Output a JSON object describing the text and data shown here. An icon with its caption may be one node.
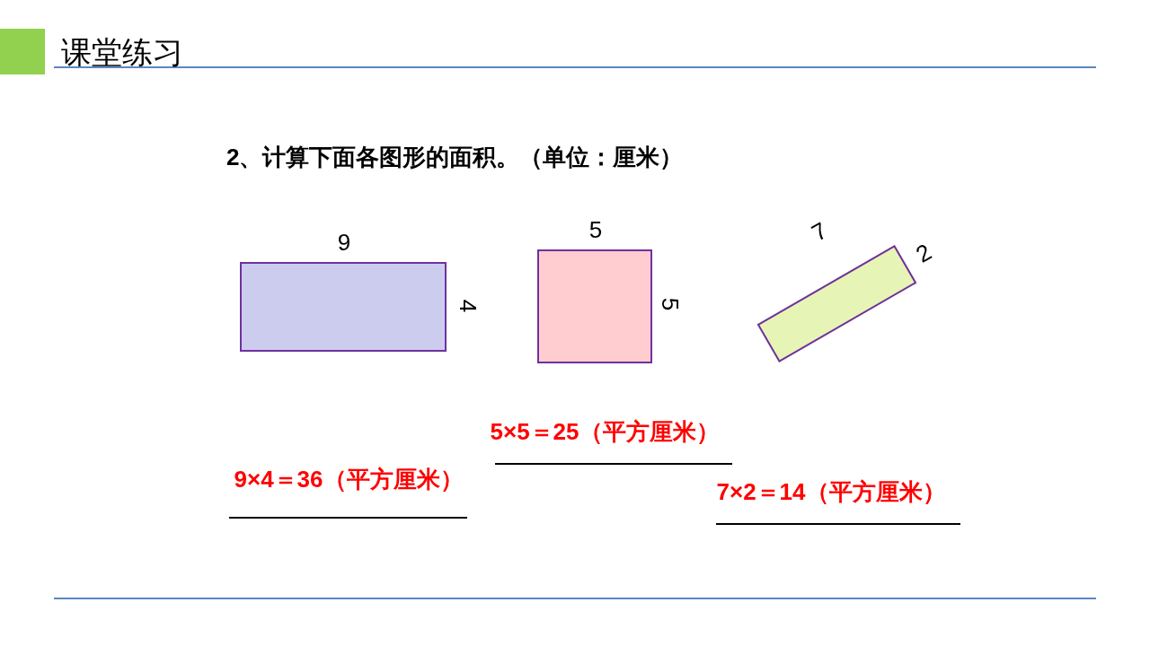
{
  "diagram": {
    "title": "课堂练习",
    "nodes": [
      {
        "text": [],
        "shape": "box",
        "beside": [
          "9",
          "4"
        ]
      },
      {
        "text": [],
        "shape": "box",
        "beside": [
          "5",
          "5"
        ]
      },
      {
        "text": [],
        "shape": "box",
        "beside": [
          "7",
          "2"
        ]
      }
    ],
    "labels": [
      "2、计算下面各图形的面积。（单位：厘米）",
      "5×5＝25（平方厘米）",
      "9×4＝36（平方厘米）",
      "7×2＝14（平方厘米）"
    ]
  }
}
